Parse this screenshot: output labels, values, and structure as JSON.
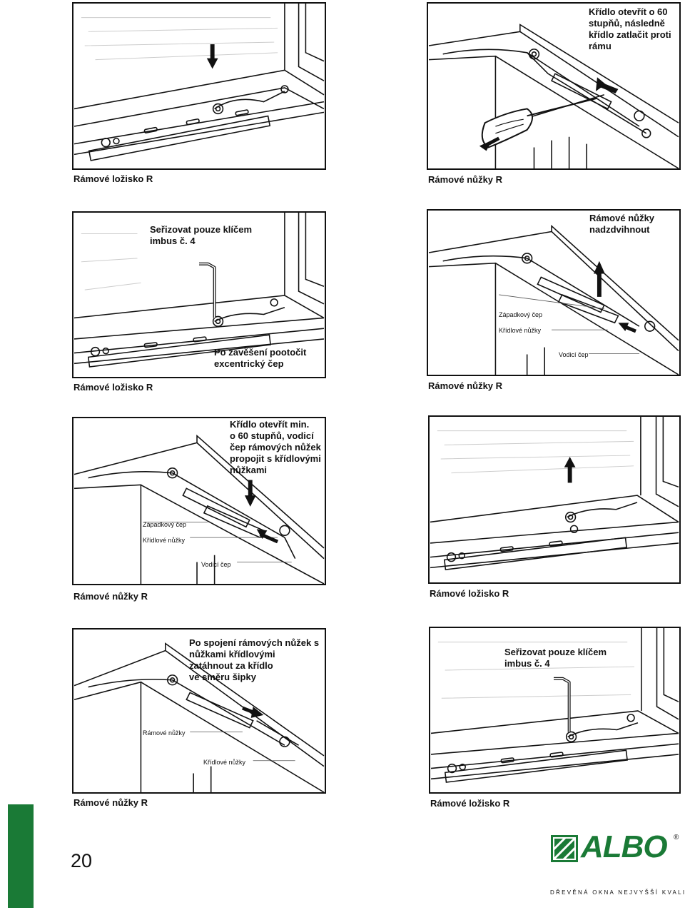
{
  "page": {
    "number": "20"
  },
  "brand": {
    "name": "ALBO",
    "registered": "®",
    "tagline": "DŘEVĚNÁ OKNA NEJVYŠŠÍ KVALITY",
    "green": "#1a7a36"
  },
  "panels": [
    {
      "caption": "Rámové ložisko R",
      "notes": [],
      "labels": []
    },
    {
      "caption": "Rámové nůžky R",
      "notes": [
        "Křídlo otevřít o 60\nstupňů, následně\nkřídlo zatlačit proti\nrámu"
      ],
      "labels": []
    },
    {
      "caption": "Rámové ložisko R",
      "notes": [
        "Seřizovat pouze klíčem\nimbus č. 4",
        "Po zavěšení pootočit\nexcentrický čep"
      ],
      "labels": []
    },
    {
      "caption": "Rámové nůžky R",
      "notes": [
        "Rámové nůžky\nnadzdvihnout"
      ],
      "labels": [
        "Západkový čep",
        "Křídlové nůžky",
        "Vodicí čep"
      ]
    },
    {
      "caption": "Rámové nůžky R",
      "notes": [
        "Křídlo otevřít min.\no 60 stupňů, vodicí\nčep rámových nůžek\npropojit s křídlovými\nnůžkami"
      ],
      "labels": [
        "Západkový čep",
        "Křídlové nůžky",
        "Vodicí čep"
      ]
    },
    {
      "caption": "Rámové ložisko R",
      "notes": [],
      "labels": []
    },
    {
      "caption": "Rámové nůžky R",
      "notes": [
        "Po spojení rámových nůžek s\nnůžkami křídlovými\nzatáhnout za křídlo\nve směru šipky"
      ],
      "labels": [
        "Rámové nůžky",
        "Křídlové nůžky"
      ]
    },
    {
      "caption": "Rámové ložisko R",
      "notes": [
        "Seřizovat pouze klíčem\nimbus č. 4"
      ],
      "labels": []
    }
  ]
}
